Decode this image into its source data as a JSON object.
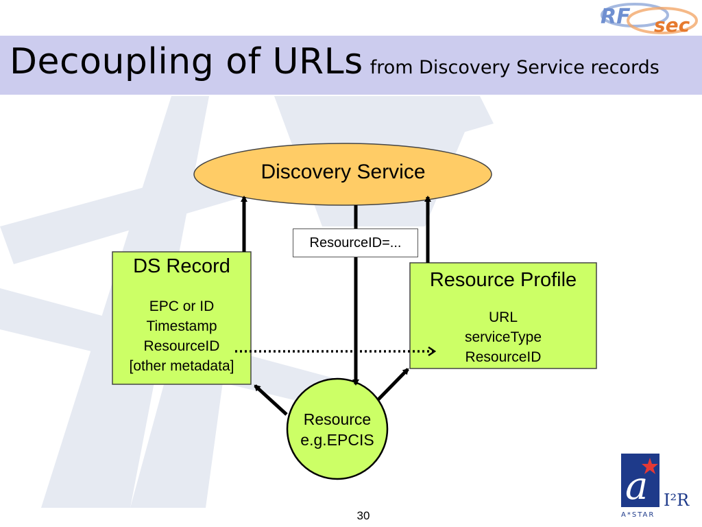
{
  "title": {
    "main": "Decoupling of URLs",
    "sub": "from Discovery Service records"
  },
  "diagram": {
    "discovery_service": "Discovery Service",
    "resource_id_query": "ResourceID=...",
    "ds_record": {
      "title": "DS Record",
      "lines": [
        "EPC or ID",
        "Timestamp",
        "ResourceID",
        "[other metadata]"
      ]
    },
    "resource_profile": {
      "title": "Resource Profile",
      "lines": [
        "URL",
        "serviceType",
        "ResourceID"
      ]
    },
    "resource": {
      "lines": [
        "Resource",
        "e.g.EPCIS"
      ]
    }
  },
  "footer": {
    "page_number": "30"
  },
  "logos": {
    "top_right": "RF sec",
    "bottom_right": "A*STAR I²R"
  },
  "colors": {
    "title_band": "#ccccee",
    "ellipse_fill": "#ffcc66",
    "box_fill": "#ccff66",
    "watermark": "#e6eaf2"
  }
}
